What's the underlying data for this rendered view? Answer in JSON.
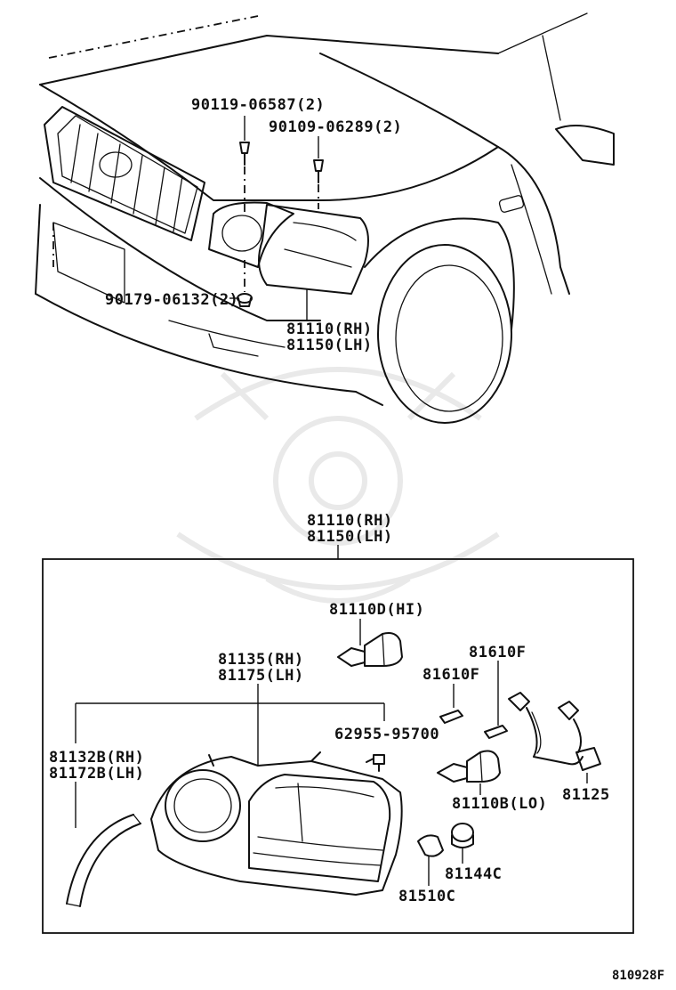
{
  "diagram": {
    "figure_code": "810928F",
    "upper_view": {
      "labels": {
        "bolt_a": "90119-06587(2)",
        "bolt_b": "90109-06289(2)",
        "clip": "90179-06132(2)",
        "assy_rh": "81110(RH)",
        "assy_lh": "81150(LH)"
      }
    },
    "lower_view": {
      "labels": {
        "assy_rh": "81110(RH)",
        "assy_lh": "81150(LH)",
        "bulb_hi": "81110D(HI)",
        "housing_rh": "81135(RH)",
        "housing_lh": "81175(LH)",
        "seal_rh": "81132B(RH)",
        "seal_lh": "81172B(LH)",
        "screw": "62955-95700",
        "socket_a": "81610F",
        "socket_b": "81610F",
        "bulb_lo": "81110B(LO)",
        "wire": "81125",
        "bulb_side": "81510C",
        "socket_side": "81144C"
      }
    }
  }
}
